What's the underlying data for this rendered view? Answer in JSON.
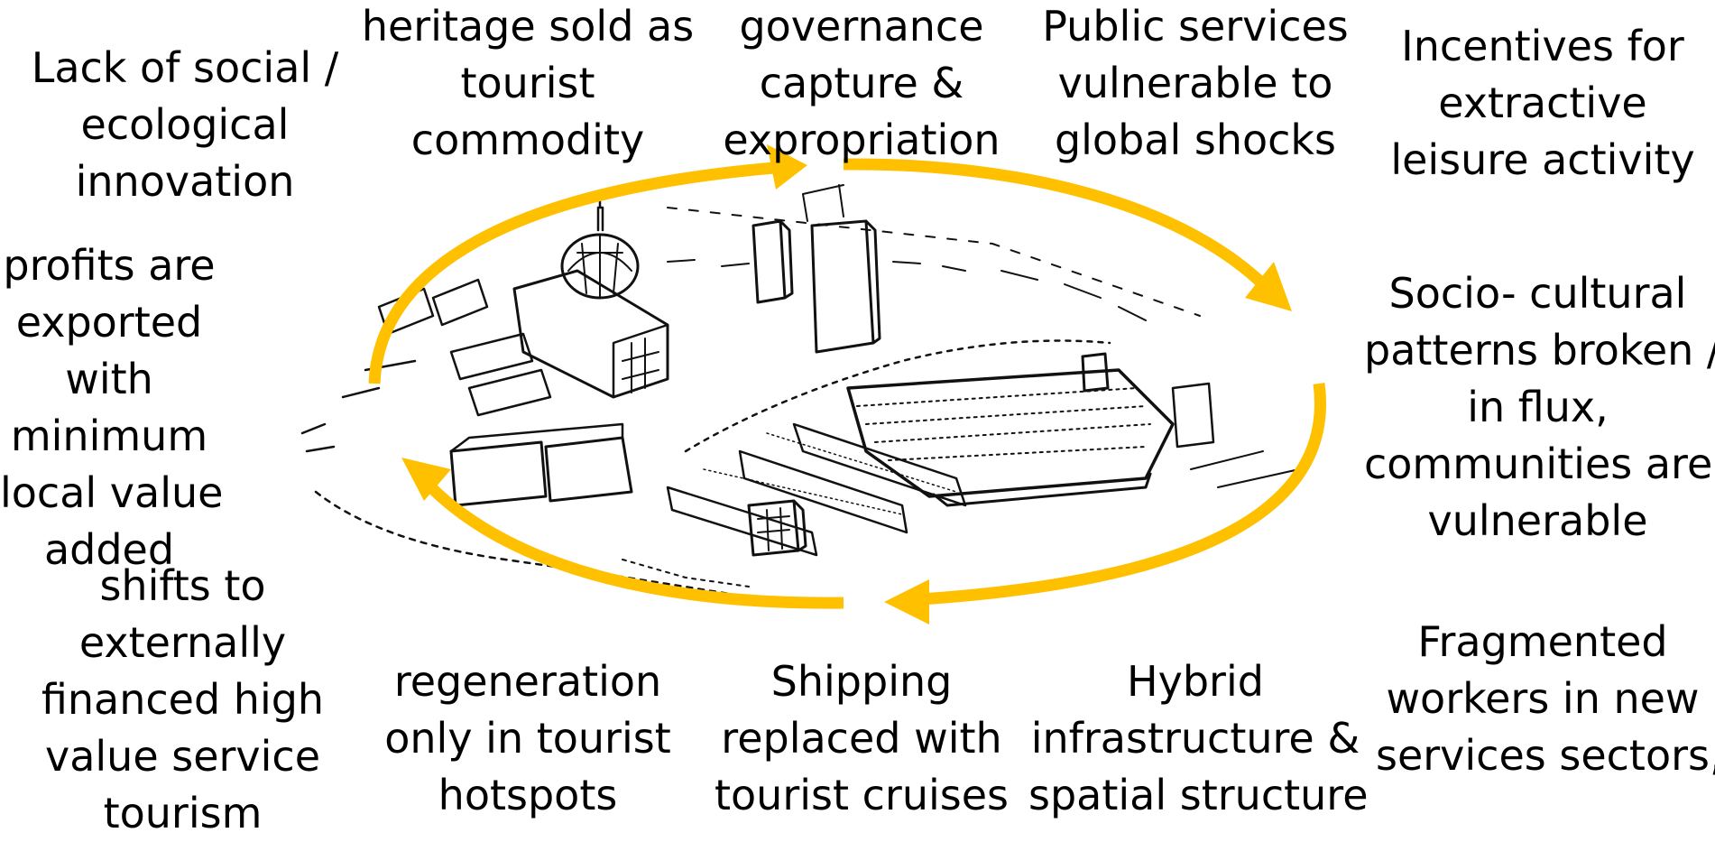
{
  "diagram": {
    "arrow_color": "#ffc000",
    "labels": {
      "top_left": [
        "Lack of social /",
        "ecological",
        "innovation"
      ],
      "top_heritage": [
        "heritage sold as",
        "tourist",
        "commodity"
      ],
      "top_governance": [
        "governance",
        "capture &",
        "expropriation"
      ],
      "top_public": [
        "Public services",
        "vulnerable to",
        "global shocks"
      ],
      "top_right": [
        "Incentives for",
        "extractive",
        "leisure activity"
      ],
      "left_profits": [
        "profits are",
        "exported",
        "with",
        "minimum",
        "local value",
        "added"
      ],
      "right_socio": [
        "Socio- cultural",
        "patterns broken /",
        "in flux,",
        "communities are",
        "vulnerable"
      ],
      "bottom_left": [
        "shifts to",
        "externally",
        "financed high",
        "value service",
        "tourism"
      ],
      "bottom_regeneration": [
        "regeneration",
        "only in tourist",
        "hotspots"
      ],
      "bottom_shipping": [
        "Shipping",
        "replaced with",
        "tourist cruises"
      ],
      "bottom_hybrid": [
        "Hybrid",
        "infrastructure &",
        "spatial structure"
      ],
      "bottom_right": [
        "Fragmented",
        "workers in new",
        "services sectors,"
      ]
    }
  }
}
